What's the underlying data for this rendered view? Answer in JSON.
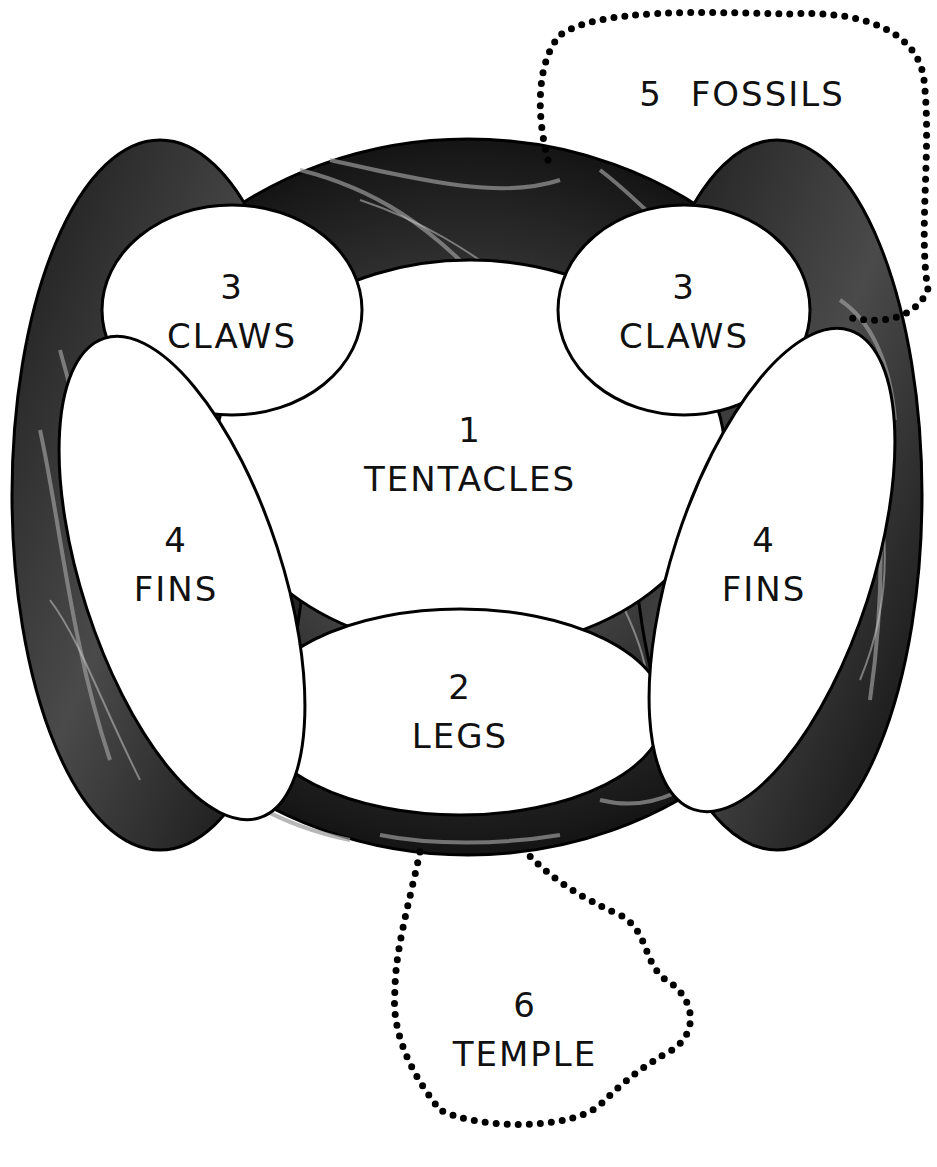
{
  "diagram": {
    "nodes": [
      {
        "text": [
          "5",
          "FOSSILS"
        ]
      },
      {
        "text": [
          "3",
          "CLAWS"
        ]
      },
      {
        "text": [
          "3",
          "CLAWS"
        ]
      },
      {
        "text": [
          "1",
          "TENTACLES"
        ]
      },
      {
        "text": [
          "4",
          "FINS"
        ]
      },
      {
        "text": [
          "4",
          "FINS"
        ]
      },
      {
        "text": [
          "2",
          "LEGS"
        ]
      },
      {
        "text": [
          "6",
          "TEMPLE"
        ]
      }
    ]
  }
}
